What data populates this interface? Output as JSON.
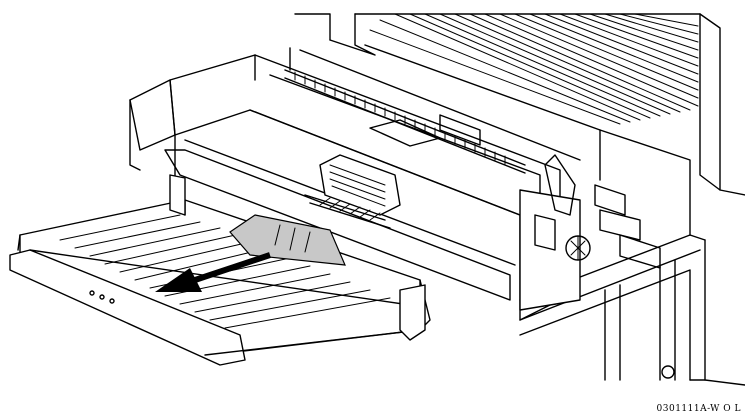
{
  "figure": {
    "code": "0301111A-W O L",
    "subject": "paper-jam-removal-illustration"
  },
  "colors": {
    "line": "#000000",
    "background": "#ffffff",
    "jammed_paper": "#c8c8c8",
    "arrow": "#000000"
  },
  "icons": {
    "arrow": "pull-direction-arrow-icon",
    "paper": "jammed-paper-sheet",
    "handle": "transport-handle",
    "knob": "thumbwheel-knob-icon"
  }
}
